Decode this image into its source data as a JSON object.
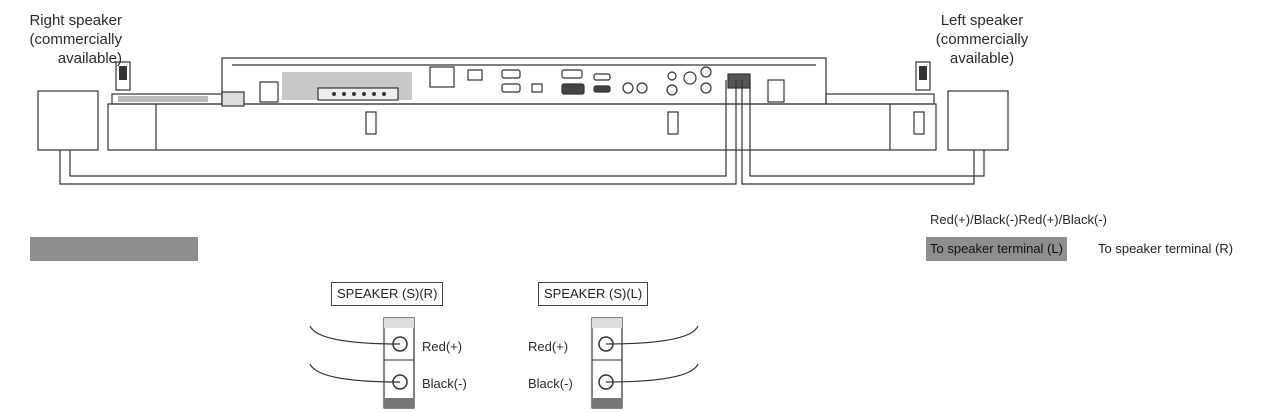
{
  "labels": {
    "right_speaker": [
      "Right speaker",
      "(commercially",
      "available)"
    ],
    "left_speaker": [
      "Left speaker",
      "(commercially",
      "available)"
    ],
    "polarity": "Red(+)/Black(-)Red(+)/Black(-)",
    "terminal_l": "To speaker terminal (L)",
    "terminal_r": "To speaker terminal (R)",
    "speaker_r_box": "SPEAKER (S)(R)",
    "speaker_l_box": "SPEAKER (S)(L)",
    "red_plus": "Red(+)",
    "black_minus": "Black(-)"
  },
  "colors": {
    "line": "#333333",
    "gray_fill": "#8e8e8e",
    "light_gray": "#d9d9d9"
  }
}
